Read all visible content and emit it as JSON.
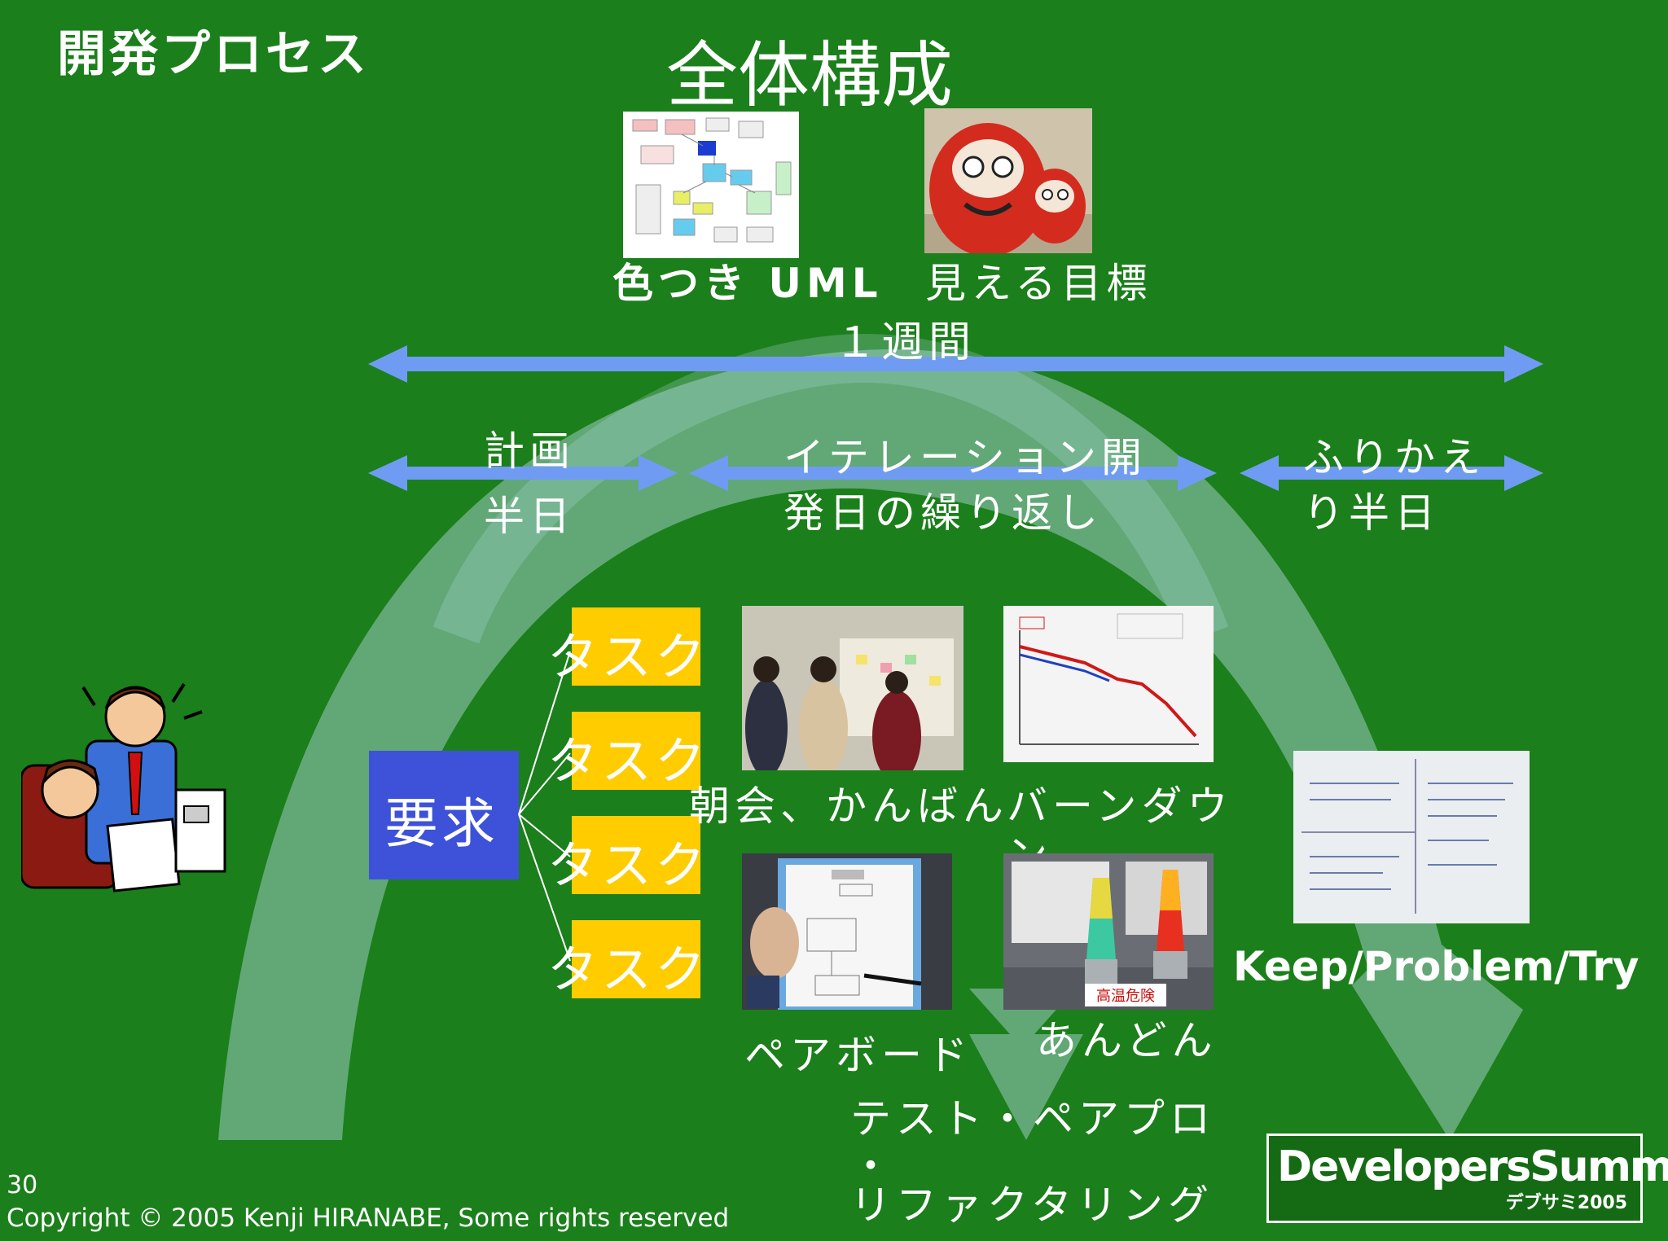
{
  "slide": {
    "section_label": "開発プロセス",
    "title": "全体構成",
    "page_number": "30",
    "copyright": "Copyright © 2005 Kenji HIRANABE,  Some rights reserved"
  },
  "top_items": {
    "uml_caption": "色つき UML",
    "goal_caption": "見える目標"
  },
  "timeline": {
    "week_label": "１週間",
    "planning_line1": "計画",
    "planning_line2": "半日",
    "iteration_line1": "イテレーション開",
    "iteration_line2": "発日の繰り返し",
    "retro_line1": "ふりかえ",
    "retro_line2": "り半日"
  },
  "work": {
    "requirement": "要求",
    "tasks": [
      "タスク",
      "タスク",
      "タスク",
      "タスク"
    ],
    "standup_caption": "朝会、かんばん",
    "burndown_caption_line1": "バーンダウ",
    "burndown_caption_line2": "ン",
    "pairboard_caption": "ペアボード",
    "andon_caption": "あんどん",
    "practices_line1": "テスト・ペアプロ",
    "practices_line2": "・",
    "practices_line3": "リファクタリング",
    "kpt_caption": "Keep/Problem/Try",
    "andon_sign": "高温危険"
  },
  "logo": {
    "main": "DevelopersSummit",
    "sub": "デブサミ2005"
  },
  "colors": {
    "background": "#1b7f1b",
    "arrow": "#6f9cf2",
    "task": "#ffcc00",
    "requirement": "#3d52d8",
    "cycle_overlay": "#b8dce6"
  }
}
